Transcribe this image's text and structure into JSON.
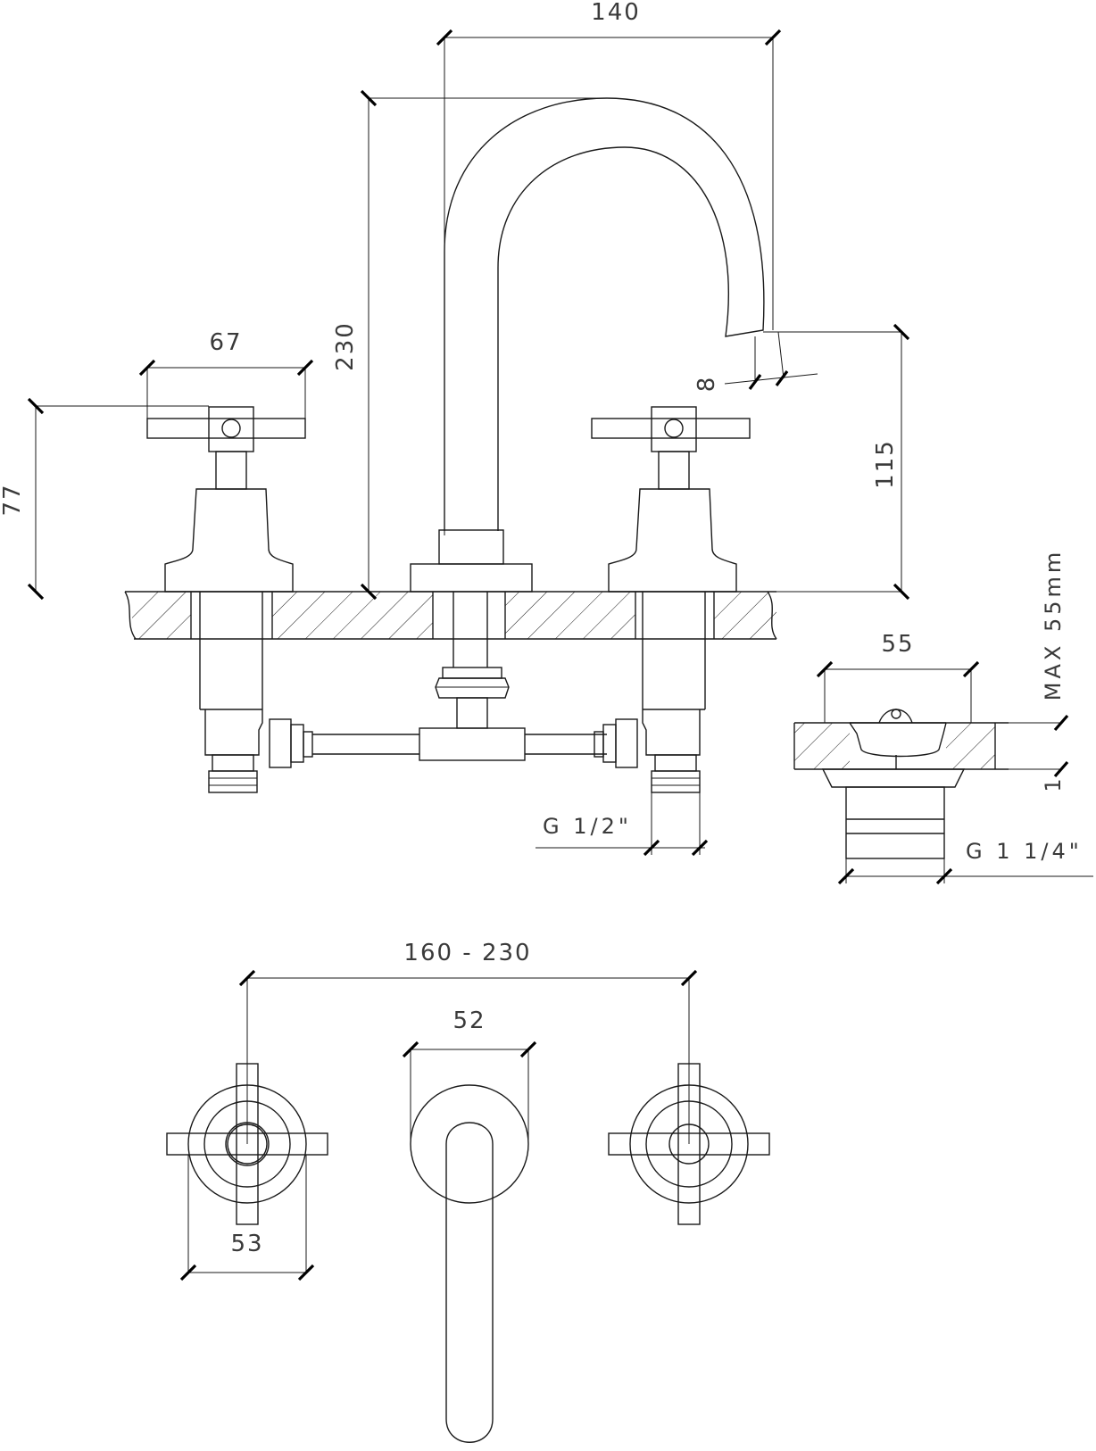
{
  "dimensions": {
    "spout_reach": "140",
    "total_height": "230",
    "handle_width": "67",
    "handle_height": "77",
    "outlet_height": "115",
    "outlet_diameter": "8",
    "waste_width": "55",
    "max_thickness": "MAX 55mm",
    "thread_small": "G 1/2\"",
    "thread_large": "G 1 1/4\"",
    "small_gap": "1",
    "spacing": "160 - 230",
    "spout_base": "52",
    "rosette": "53"
  },
  "colors": {
    "line": "#1a1a1a",
    "text": "#3a3a3a",
    "background": "#ffffff"
  }
}
